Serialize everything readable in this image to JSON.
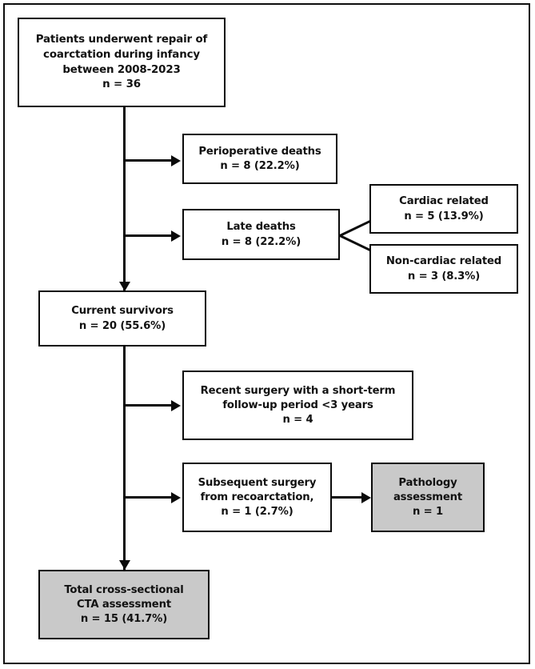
{
  "diagram": {
    "type": "flowchart",
    "title": "Patient cohort flow diagram for coarctation repair follow-up",
    "colors": {
      "line": "#0b0b0b",
      "box_fill": "#ffffff",
      "shaded_box_fill": "#c9c9c9",
      "text": "#111111"
    },
    "nodes": [
      {
        "id": "enrolled",
        "name": "enrolled-cohort-box",
        "shaded": false,
        "lines": [
          "Patients underwent repair of",
          "coarctation during infancy",
          "between 2008-2023",
          "n = 36"
        ]
      },
      {
        "id": "perioperative_deaths",
        "name": "perioperative-deaths-box",
        "shaded": false,
        "lines": [
          "Perioperative deaths",
          "n = 8 (22.2%)"
        ]
      },
      {
        "id": "late_deaths",
        "name": "late-deaths-box",
        "shaded": false,
        "lines": [
          "Late deaths",
          "n = 8 (22.2%)"
        ]
      },
      {
        "id": "cardiac_related",
        "name": "cardiac-related-box",
        "shaded": false,
        "lines": [
          "Cardiac related",
          "n = 5 (13.9%)"
        ]
      },
      {
        "id": "non_cardiac_related",
        "name": "non-cardiac-related-box",
        "shaded": false,
        "lines": [
          "Non-cardiac related",
          "n = 3 (8.3%)"
        ]
      },
      {
        "id": "current_survivors",
        "name": "current-survivors-box",
        "shaded": false,
        "lines": [
          "Current survivors",
          "n = 20 (55.6%)"
        ]
      },
      {
        "id": "recent_surgery",
        "name": "recent-surgery-box",
        "shaded": false,
        "lines": [
          "Recent surgery with a short-term",
          "follow-up period <3 years",
          "n = 4"
        ]
      },
      {
        "id": "subsequent_surgery",
        "name": "subsequent-surgery-box",
        "shaded": false,
        "lines": [
          "Subsequent surgery",
          "from recoarctation,",
          "n = 1 (2.7%)"
        ]
      },
      {
        "id": "pathology_assessment",
        "name": "pathology-assessment-box",
        "shaded": true,
        "lines": [
          "Pathology",
          "assessment",
          "n = 1"
        ]
      },
      {
        "id": "total_cta",
        "name": "total-cta-assessment-box",
        "shaded": true,
        "lines": [
          "Total cross-sectional",
          "CTA assessment",
          "n = 15 (41.7%)"
        ]
      }
    ],
    "edges": [
      {
        "from": "enrolled",
        "to": "perioperative_deaths",
        "style": "elbow-right-arrow"
      },
      {
        "from": "enrolled",
        "to": "late_deaths",
        "style": "elbow-right-arrow"
      },
      {
        "from": "enrolled",
        "to": "current_survivors",
        "style": "straight-down-arrow"
      },
      {
        "from": "late_deaths",
        "to": "cardiac_related",
        "style": "diagonal-split"
      },
      {
        "from": "late_deaths",
        "to": "non_cardiac_related",
        "style": "diagonal-split"
      },
      {
        "from": "current_survivors",
        "to": "recent_surgery",
        "style": "elbow-right-arrow"
      },
      {
        "from": "current_survivors",
        "to": "subsequent_surgery",
        "style": "elbow-right-arrow"
      },
      {
        "from": "current_survivors",
        "to": "total_cta",
        "style": "straight-down-arrow"
      },
      {
        "from": "subsequent_surgery",
        "to": "pathology_assessment",
        "style": "straight-right-arrow"
      }
    ]
  }
}
